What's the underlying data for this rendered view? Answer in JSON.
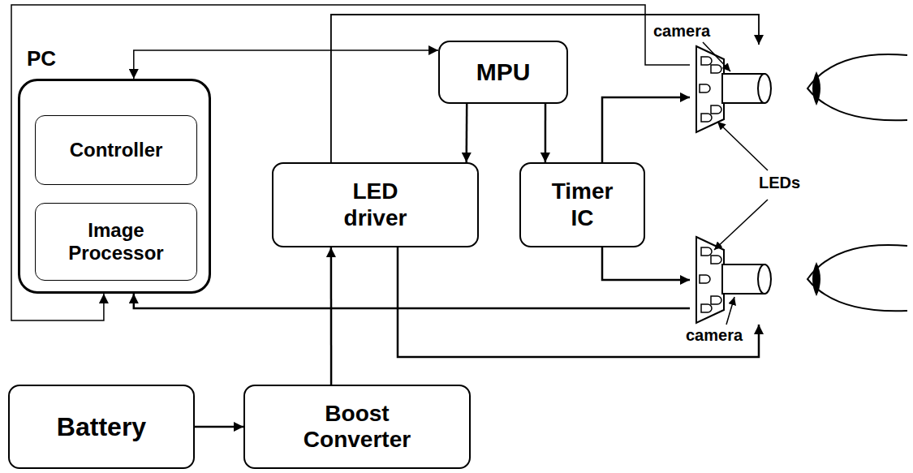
{
  "diagram": {
    "nodes": [
      {
        "text": [
          "PC"
        ]
      },
      {
        "text": [
          "Controller"
        ],
        "in": 0
      },
      {
        "text": [
          "Image Processor"
        ],
        "in": 0
      },
      {
        "text": [
          "MPU"
        ]
      },
      {
        "text": [
          "LED driver"
        ]
      },
      {
        "text": [
          "Timer IC"
        ]
      },
      {
        "text": [
          "camera"
        ]
      },
      {
        "text": [
          "camera"
        ]
      },
      {
        "text": [
          "Battery"
        ]
      },
      {
        "text": [
          "Boost Converter"
        ]
      }
    ],
    "edges": [
      {
        "from": 0,
        "to": 3,
        "arrow": "both"
      },
      {
        "from": 3,
        "to": 4,
        "arrow": "to"
      },
      {
        "from": 3,
        "to": 5,
        "arrow": "to"
      },
      {
        "from": 4,
        "to": 6,
        "arrow": "to"
      },
      {
        "from": 4,
        "to": 7,
        "arrow": "to"
      },
      {
        "from": 5,
        "to": 6,
        "arrow": "to"
      },
      {
        "from": 5,
        "to": 7,
        "arrow": "to"
      },
      {
        "from": 6,
        "to": 0,
        "arrow": "to"
      },
      {
        "from": 7,
        "to": 0,
        "arrow": "to"
      },
      {
        "from": 8,
        "to": 9,
        "arrow": "to"
      },
      {
        "from": 9,
        "to": 4,
        "arrow": "to"
      }
    ],
    "labels": [
      "LEDs"
    ]
  }
}
